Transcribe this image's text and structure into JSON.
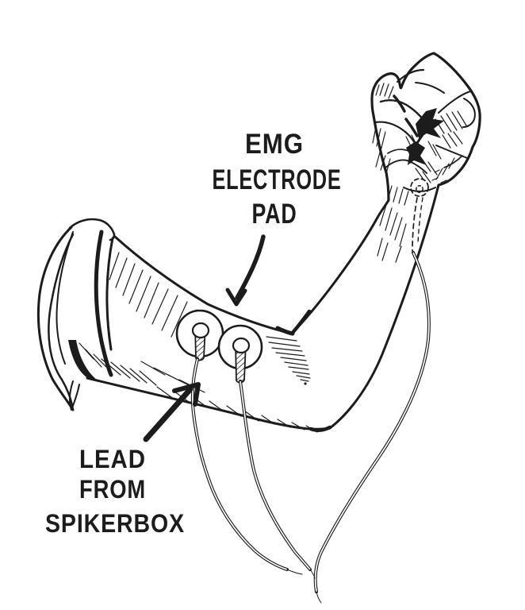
{
  "labels": {
    "electrode_pad": {
      "line1": "EMG",
      "line2": "ELECTRODE",
      "line3": "PAD"
    },
    "lead": {
      "line1": "LEAD",
      "line2": "FROM",
      "line3": "SPIKERBOX"
    }
  },
  "colors": {
    "ink": "#1c1c1c",
    "paper": "#ffffff"
  }
}
